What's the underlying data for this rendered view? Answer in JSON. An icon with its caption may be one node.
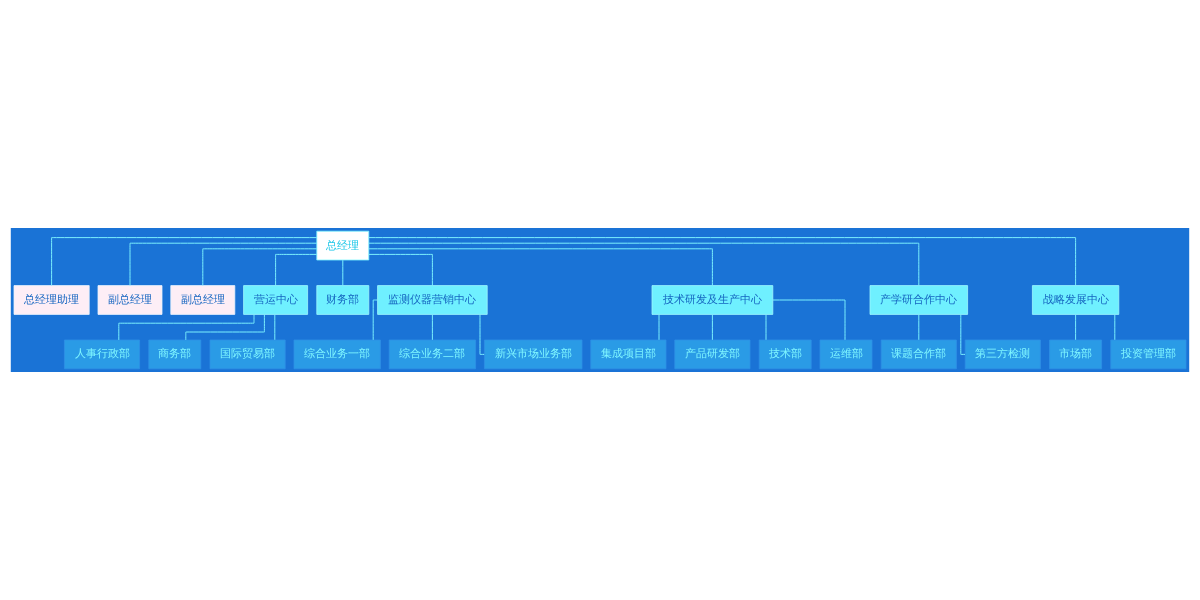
{
  "diagram": {
    "nodes": [
      {
        "text": [
          "总经理"
        ]
      },
      {
        "text": [
          "总经理助理"
        ]
      },
      {
        "text": [
          "副总经理"
        ]
      },
      {
        "text": [
          "副总经理"
        ]
      },
      {
        "text": [
          "营运中心"
        ]
      },
      {
        "text": [
          "财务部"
        ]
      },
      {
        "text": [
          "监测仪器营销中心"
        ]
      },
      {
        "text": [
          "技术研发及生产中心"
        ]
      },
      {
        "text": [
          "产学研合作中心"
        ]
      },
      {
        "text": [
          "战略发展中心"
        ]
      },
      {
        "text": [
          "人事行政部"
        ]
      },
      {
        "text": [
          "商务部"
        ]
      },
      {
        "text": [
          "国际贸易部"
        ]
      },
      {
        "text": [
          "综合业务一部"
        ]
      },
      {
        "text": [
          "综合业务二部"
        ]
      },
      {
        "text": [
          "新兴市场业务部"
        ]
      },
      {
        "text": [
          "集成项目部"
        ]
      },
      {
        "text": [
          "产品研发部"
        ]
      },
      {
        "text": [
          "技术部"
        ]
      },
      {
        "text": [
          "运维部"
        ]
      },
      {
        "text": [
          "课题合作部"
        ]
      },
      {
        "text": [
          "第三方检测"
        ]
      },
      {
        "text": [
          "市场部"
        ]
      },
      {
        "text": [
          "投资管理部"
        ]
      }
    ],
    "edges": [
      {
        "from": 0,
        "to": 1,
        "arrow": "none"
      },
      {
        "from": 0,
        "to": 2,
        "arrow": "none"
      },
      {
        "from": 0,
        "to": 3,
        "arrow": "none"
      },
      {
        "from": 0,
        "to": 4,
        "arrow": "none"
      },
      {
        "from": 0,
        "to": 5,
        "arrow": "none"
      },
      {
        "from": 0,
        "to": 6,
        "arrow": "none"
      },
      {
        "from": 0,
        "to": 7,
        "arrow": "none"
      },
      {
        "from": 0,
        "to": 8,
        "arrow": "none"
      },
      {
        "from": 0,
        "to": 9,
        "arrow": "none"
      },
      {
        "from": 4,
        "to": 10,
        "arrow": "none"
      },
      {
        "from": 4,
        "to": 11,
        "arrow": "none"
      },
      {
        "from": 4,
        "to": 12,
        "arrow": "none"
      },
      {
        "from": 6,
        "to": 13,
        "arrow": "none"
      },
      {
        "from": 6,
        "to": 14,
        "arrow": "none"
      },
      {
        "from": 6,
        "to": 15,
        "arrow": "none"
      },
      {
        "from": 7,
        "to": 16,
        "arrow": "none"
      },
      {
        "from": 7,
        "to": 17,
        "arrow": "none"
      },
      {
        "from": 7,
        "to": 18,
        "arrow": "none"
      },
      {
        "from": 7,
        "to": 19,
        "arrow": "none"
      },
      {
        "from": 8,
        "to": 20,
        "arrow": "none"
      },
      {
        "from": 8,
        "to": 21,
        "arrow": "none"
      },
      {
        "from": 9,
        "to": 22,
        "arrow": "none"
      },
      {
        "from": 9,
        "to": 23,
        "arrow": "none"
      }
    ]
  }
}
